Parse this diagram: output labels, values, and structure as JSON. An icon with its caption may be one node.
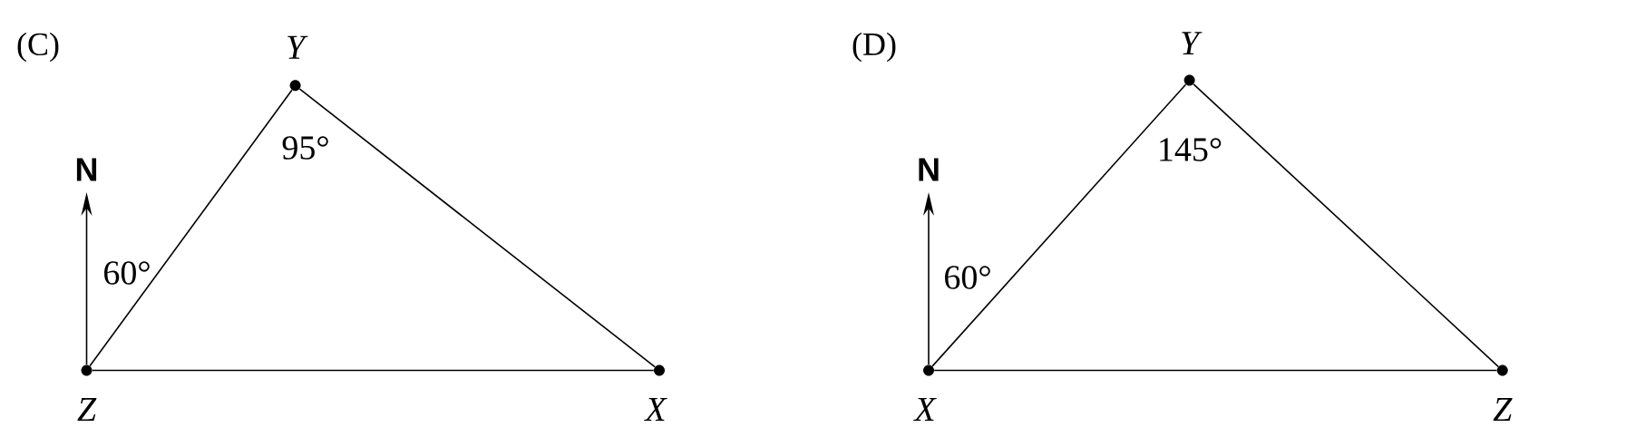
{
  "diagram": {
    "nodes": [
      {
        "text": [],
        "shape": "circle",
        "beside": [
          "Z"
        ]
      },
      {
        "text": [],
        "shape": "circle",
        "beside": [
          "Y"
        ]
      },
      {
        "text": [],
        "shape": "circle",
        "beside": [
          "X"
        ]
      },
      {
        "text": [],
        "shape": "circle",
        "beside": [
          "X"
        ]
      },
      {
        "text": [],
        "shape": "circle",
        "beside": [
          "Y"
        ]
      },
      {
        "text": [],
        "shape": "circle",
        "beside": [
          "Z"
        ]
      }
    ],
    "edges": [
      {
        "from": 0,
        "to": 1,
        "arrow": "none"
      },
      {
        "from": 1,
        "to": 2,
        "arrow": "none"
      },
      {
        "from": 0,
        "to": 2,
        "arrow": "none"
      },
      {
        "from": 3,
        "to": 4,
        "arrow": "none"
      },
      {
        "from": 4,
        "to": 5,
        "arrow": "none"
      },
      {
        "from": 3,
        "to": 5,
        "arrow": "none"
      }
    ],
    "labels": [
      "(C)",
      "N",
      "60°",
      "95°",
      "(D)",
      "N",
      "60°",
      "145°"
    ]
  }
}
